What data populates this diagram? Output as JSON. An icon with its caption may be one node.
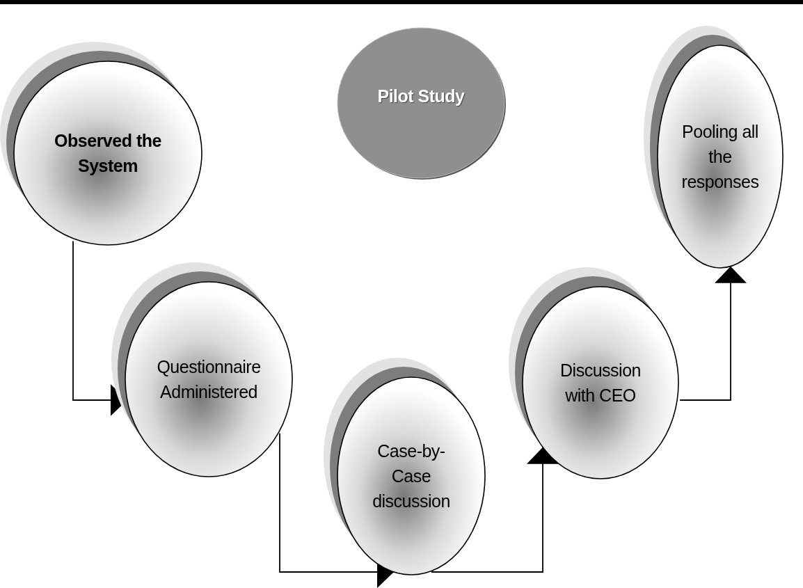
{
  "diagram": {
    "nodes": [
      {
        "text": [
          "Observed the System"
        ]
      },
      {
        "text": [
          "Questionnaire Administered"
        ]
      },
      {
        "text": [
          "Case-by-Case discussion"
        ]
      },
      {
        "text": [
          "Discussion with CEO"
        ]
      },
      {
        "text": [
          "Pooling all the responses"
        ]
      },
      {
        "text": [
          "Pilot Study"
        ]
      }
    ],
    "edges": [
      {
        "from": 0,
        "to": 1,
        "arrow": "to"
      },
      {
        "from": 1,
        "to": 2,
        "arrow": "to"
      },
      {
        "from": 2,
        "to": 3,
        "arrow": "to"
      },
      {
        "from": 3,
        "to": 4,
        "arrow": "to"
      }
    ]
  }
}
